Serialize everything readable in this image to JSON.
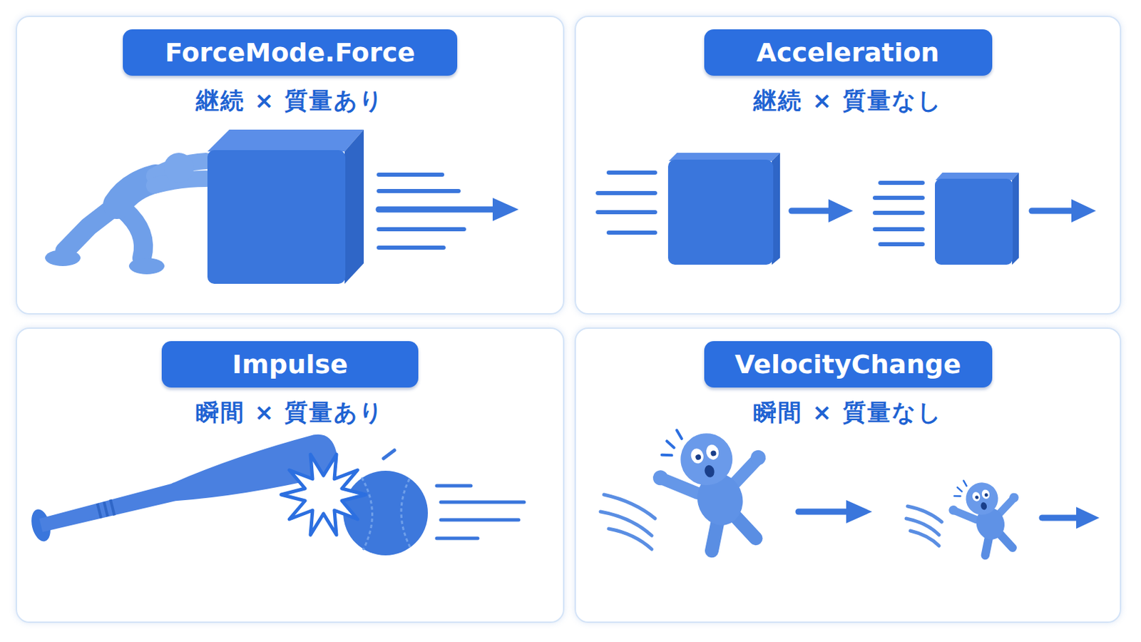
{
  "diagram": {
    "nodes": [
      {
        "text": [
          "継続 × 質量あり"
        ]
      },
      {
        "text": [
          "ForceMode.Force"
        ],
        "in": 0
      },
      {
        "text": [
          "継続 × 質量なし"
        ]
      },
      {
        "text": [
          "Acceleration"
        ],
        "in": 2
      },
      {
        "text": [
          "瞬間 × 質量あり"
        ]
      },
      {
        "text": [
          "Impulse"
        ],
        "in": 4
      },
      {
        "text": [
          "瞬間 × 質量なし"
        ]
      },
      {
        "text": [
          "VelocityChange"
        ],
        "in": 6
      }
    ]
  }
}
